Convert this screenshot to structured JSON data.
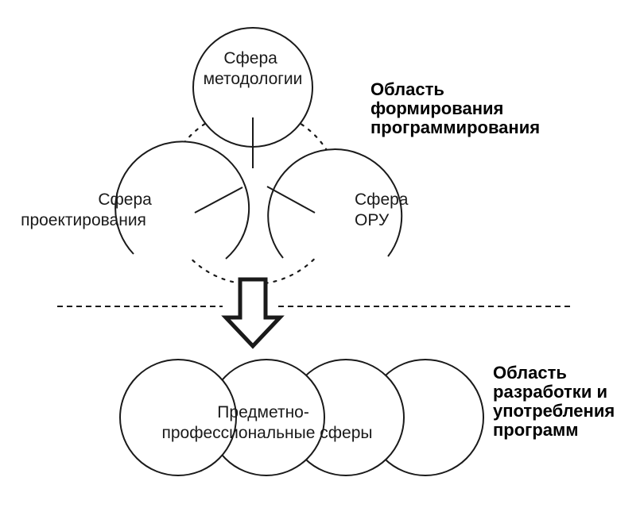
{
  "top_area": {
    "methodology": {
      "line1": "Сфера",
      "line2": "методологии"
    },
    "design": {
      "line1": "Сфера",
      "line2": "проектирования"
    },
    "oru": {
      "line1": "Сфера",
      "line2": "ОРУ"
    },
    "region_label": {
      "line1": "Область",
      "line2": "формирования",
      "line3": "программирования"
    }
  },
  "bottom_area": {
    "spheres": {
      "line1": "Предметно-",
      "line2": "профессиональные сферы"
    },
    "region_label": {
      "line1": "Область",
      "line2": "разработки и",
      "line3": "употребления",
      "line4": "программ"
    }
  }
}
